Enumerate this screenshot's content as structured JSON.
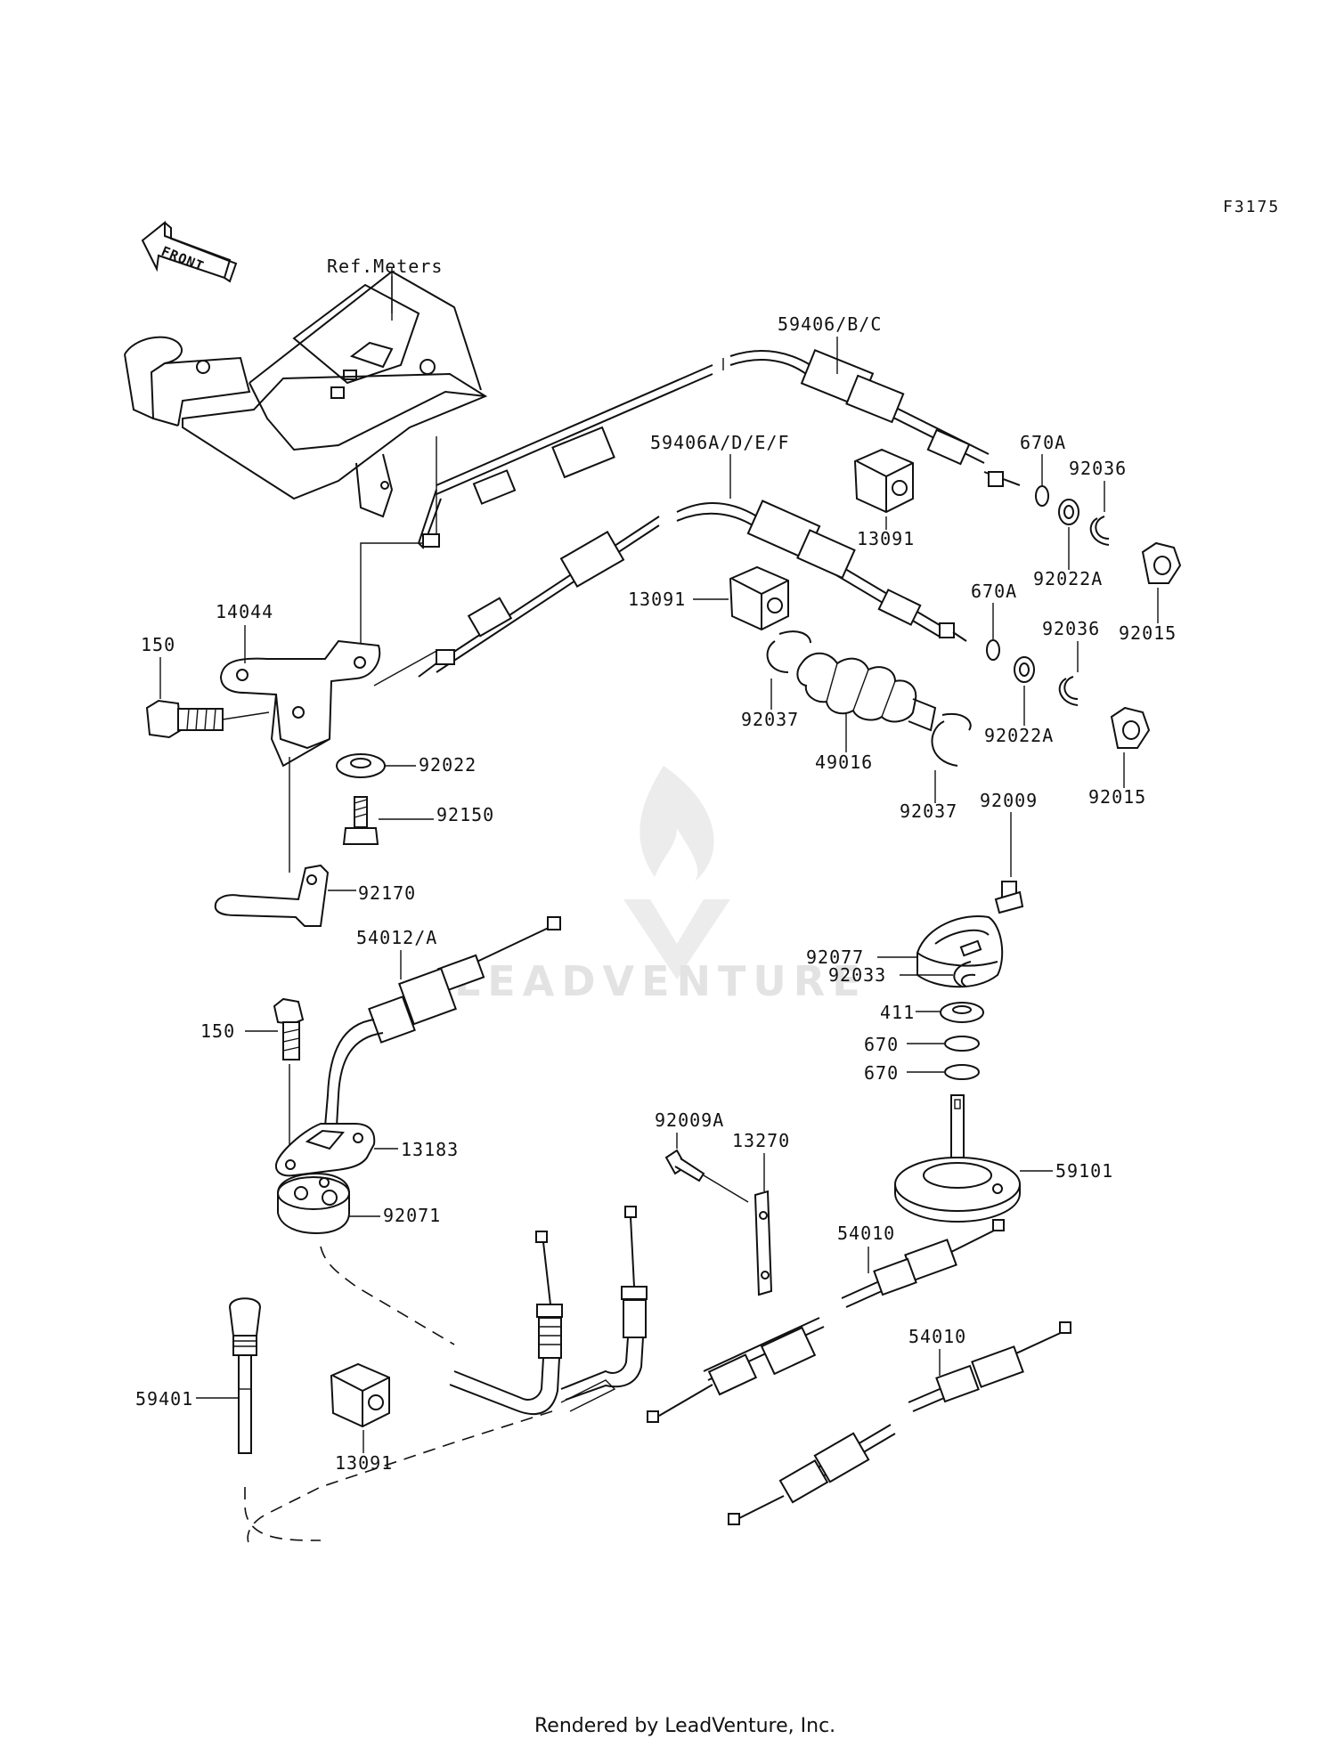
{
  "figure_code": "F3175",
  "front_label": "FRONT",
  "watermark": "LEADVENTURE",
  "footer": "Rendered by LeadVenture, Inc.",
  "labels": {
    "ref_meters": "Ref.Meters",
    "p59406_bc": "59406/B/C",
    "p59406_adef": "59406A/D/E/F",
    "p670a_1": "670A",
    "p92036_1": "92036",
    "p13091_a": "13091",
    "p92022a_1": "92022A",
    "p92015_1": "92015",
    "p13091_b": "13091",
    "p670a_2": "670A",
    "p92036_2": "92036",
    "p14044": "14044",
    "p150_1": "150",
    "p92037_1": "92037",
    "p49016": "49016",
    "p92022a_2": "92022A",
    "p92015_2": "92015",
    "p92022": "92022",
    "p92037_2": "92037",
    "p92009": "92009",
    "p92150": "92150",
    "p92170": "92170",
    "p92077": "92077",
    "p54012a": "54012/A",
    "p92033": "92033",
    "p411": "411",
    "p150_2": "150",
    "p670_1": "670",
    "p670_2": "670",
    "p92009a": "92009A",
    "p13270": "13270",
    "p13183": "13183",
    "p59101": "59101",
    "p92071": "92071",
    "p54010_1": "54010",
    "p54010_2": "54010",
    "p59401": "59401",
    "p13091_c": "13091"
  }
}
